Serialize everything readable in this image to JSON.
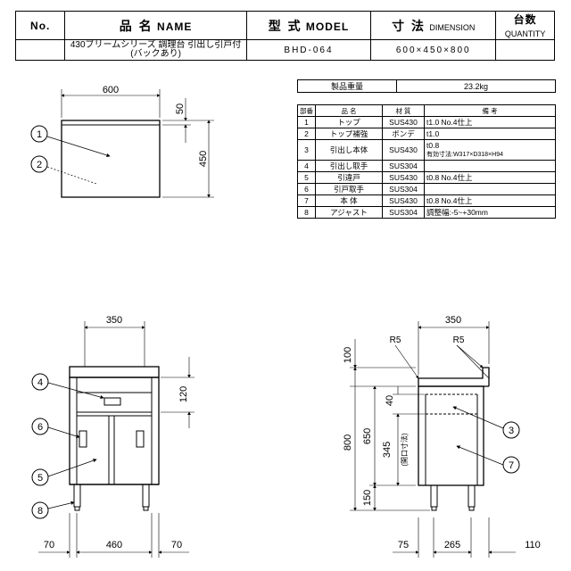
{
  "header": {
    "no_label": "No.",
    "name_label": "品 名",
    "name_label_en": "NAME",
    "model_label": "型 式",
    "model_label_en": "MODEL",
    "dim_label": "寸 法",
    "dim_label_en": "DIMENSION",
    "qty_label": "台数",
    "qty_label_en": "QUANTITY",
    "product_name_line1": "430ブリームシリーズ 調理台 引出し引戸付",
    "product_name_line2": "(バックあり)",
    "model": "BHD-064",
    "dimension": "600×450×800"
  },
  "weight": {
    "label": "製品重量",
    "value": "23.2kg"
  },
  "parts": {
    "headers": [
      "部番",
      "品 名",
      "材 質",
      "備 考"
    ],
    "rows": [
      {
        "no": "1",
        "name": "トップ",
        "material": "SUS430",
        "note": "t1.0 No.4仕上"
      },
      {
        "no": "2",
        "name": "トップ補強",
        "material": "ボンデ",
        "note": "t1.0"
      },
      {
        "no": "3",
        "name": "引出し本体",
        "material": "SUS430",
        "note": "t0.8",
        "note2": "有効寸法:W317×D318×H94"
      },
      {
        "no": "4",
        "name": "引出し取手",
        "material": "SUS304",
        "note": ""
      },
      {
        "no": "5",
        "name": "引違戸",
        "material": "SUS430",
        "note": "t0.8 No.4仕上"
      },
      {
        "no": "6",
        "name": "引戸取手",
        "material": "SUS304",
        "note": ""
      },
      {
        "no": "7",
        "name": "本 体",
        "material": "SUS430",
        "note": "t0.8 No.4仕上"
      },
      {
        "no": "8",
        "name": "アジャスト",
        "material": "SUS304",
        "note": "調整幅:-5~+30mm"
      }
    ]
  },
  "top_view": {
    "width": "600",
    "back": "50",
    "depth": "450",
    "callouts": [
      "1",
      "2"
    ]
  },
  "front_view": {
    "top_width": "350",
    "drawer_h": "120",
    "bottom_widths": [
      "70",
      "460",
      "70"
    ],
    "callouts": [
      "4",
      "6",
      "5",
      "8"
    ]
  },
  "side_view": {
    "top_width": "350",
    "r_left": "R5",
    "r_right": "R5",
    "heights": [
      "100",
      "800",
      "650",
      "150",
      "40",
      "345"
    ],
    "opening_note": "(開口寸法)",
    "bottom_widths": [
      "75",
      "265",
      "110"
    ],
    "callouts": [
      "3",
      "7"
    ]
  }
}
